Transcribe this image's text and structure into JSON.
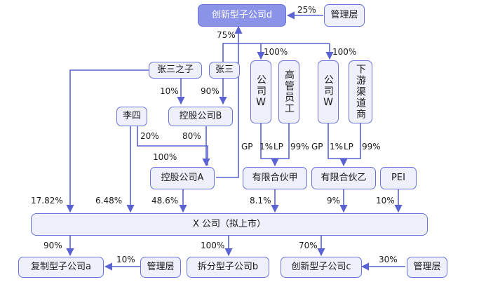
{
  "nodes": {
    "innov_d": "创新型子公司d",
    "mgmt_top": "管理层",
    "zhang_son": "张三之子",
    "zhang": "张三",
    "company_w1": "公司W",
    "executives": "高管员工",
    "company_w2": "公司W",
    "downstream": "下游渠道商",
    "li_si": "李四",
    "holding_b": "控股公司B",
    "holding_a": "控股公司A",
    "lp_jia": "有限合伙甲",
    "lp_yi": "有限合伙乙",
    "pei": "PEI",
    "x_company": "X 公司（拟上市）",
    "copy_a": "复制型子公司a",
    "mgmt_a": "管理层",
    "split_b": "拆分型子公司b",
    "innov_c": "创新型子公司c",
    "mgmt_c": "管理层"
  },
  "edges": {
    "mgmt_to_d": "25%",
    "x_to_d": "75%",
    "zhang_to_w1": "100%",
    "zhang_to_w2": "100%",
    "son_to_b": "10%",
    "zhang_to_b": "90%",
    "li_to_a": "20%",
    "b_to_a": "80%",
    "zhang_to_a": "100%",
    "w1_gp": "GP",
    "w1_gp_pct": "1%",
    "exec_lp": "LP",
    "exec_lp_pct": "99%",
    "w2_gp": "GP",
    "w2_gp_pct": "1%",
    "down_lp": "LP",
    "down_lp_pct": "99%",
    "son_to_x": "17.82%",
    "li_to_x": "6.48%",
    "a_to_x": "48.6%",
    "jia_to_x": "8.1%",
    "yi_to_x": "9%",
    "pei_to_x": "10%",
    "x_to_a_sub": "90%",
    "mgmt_to_a_sub": "10%",
    "x_to_b_sub": "100%",
    "x_to_c_sub": "70%",
    "mgmt_to_c_sub": "30%"
  },
  "colors": {
    "line": "#5b63d3",
    "fill": "#eef0fb",
    "top_fill": "#8b93e8"
  }
}
